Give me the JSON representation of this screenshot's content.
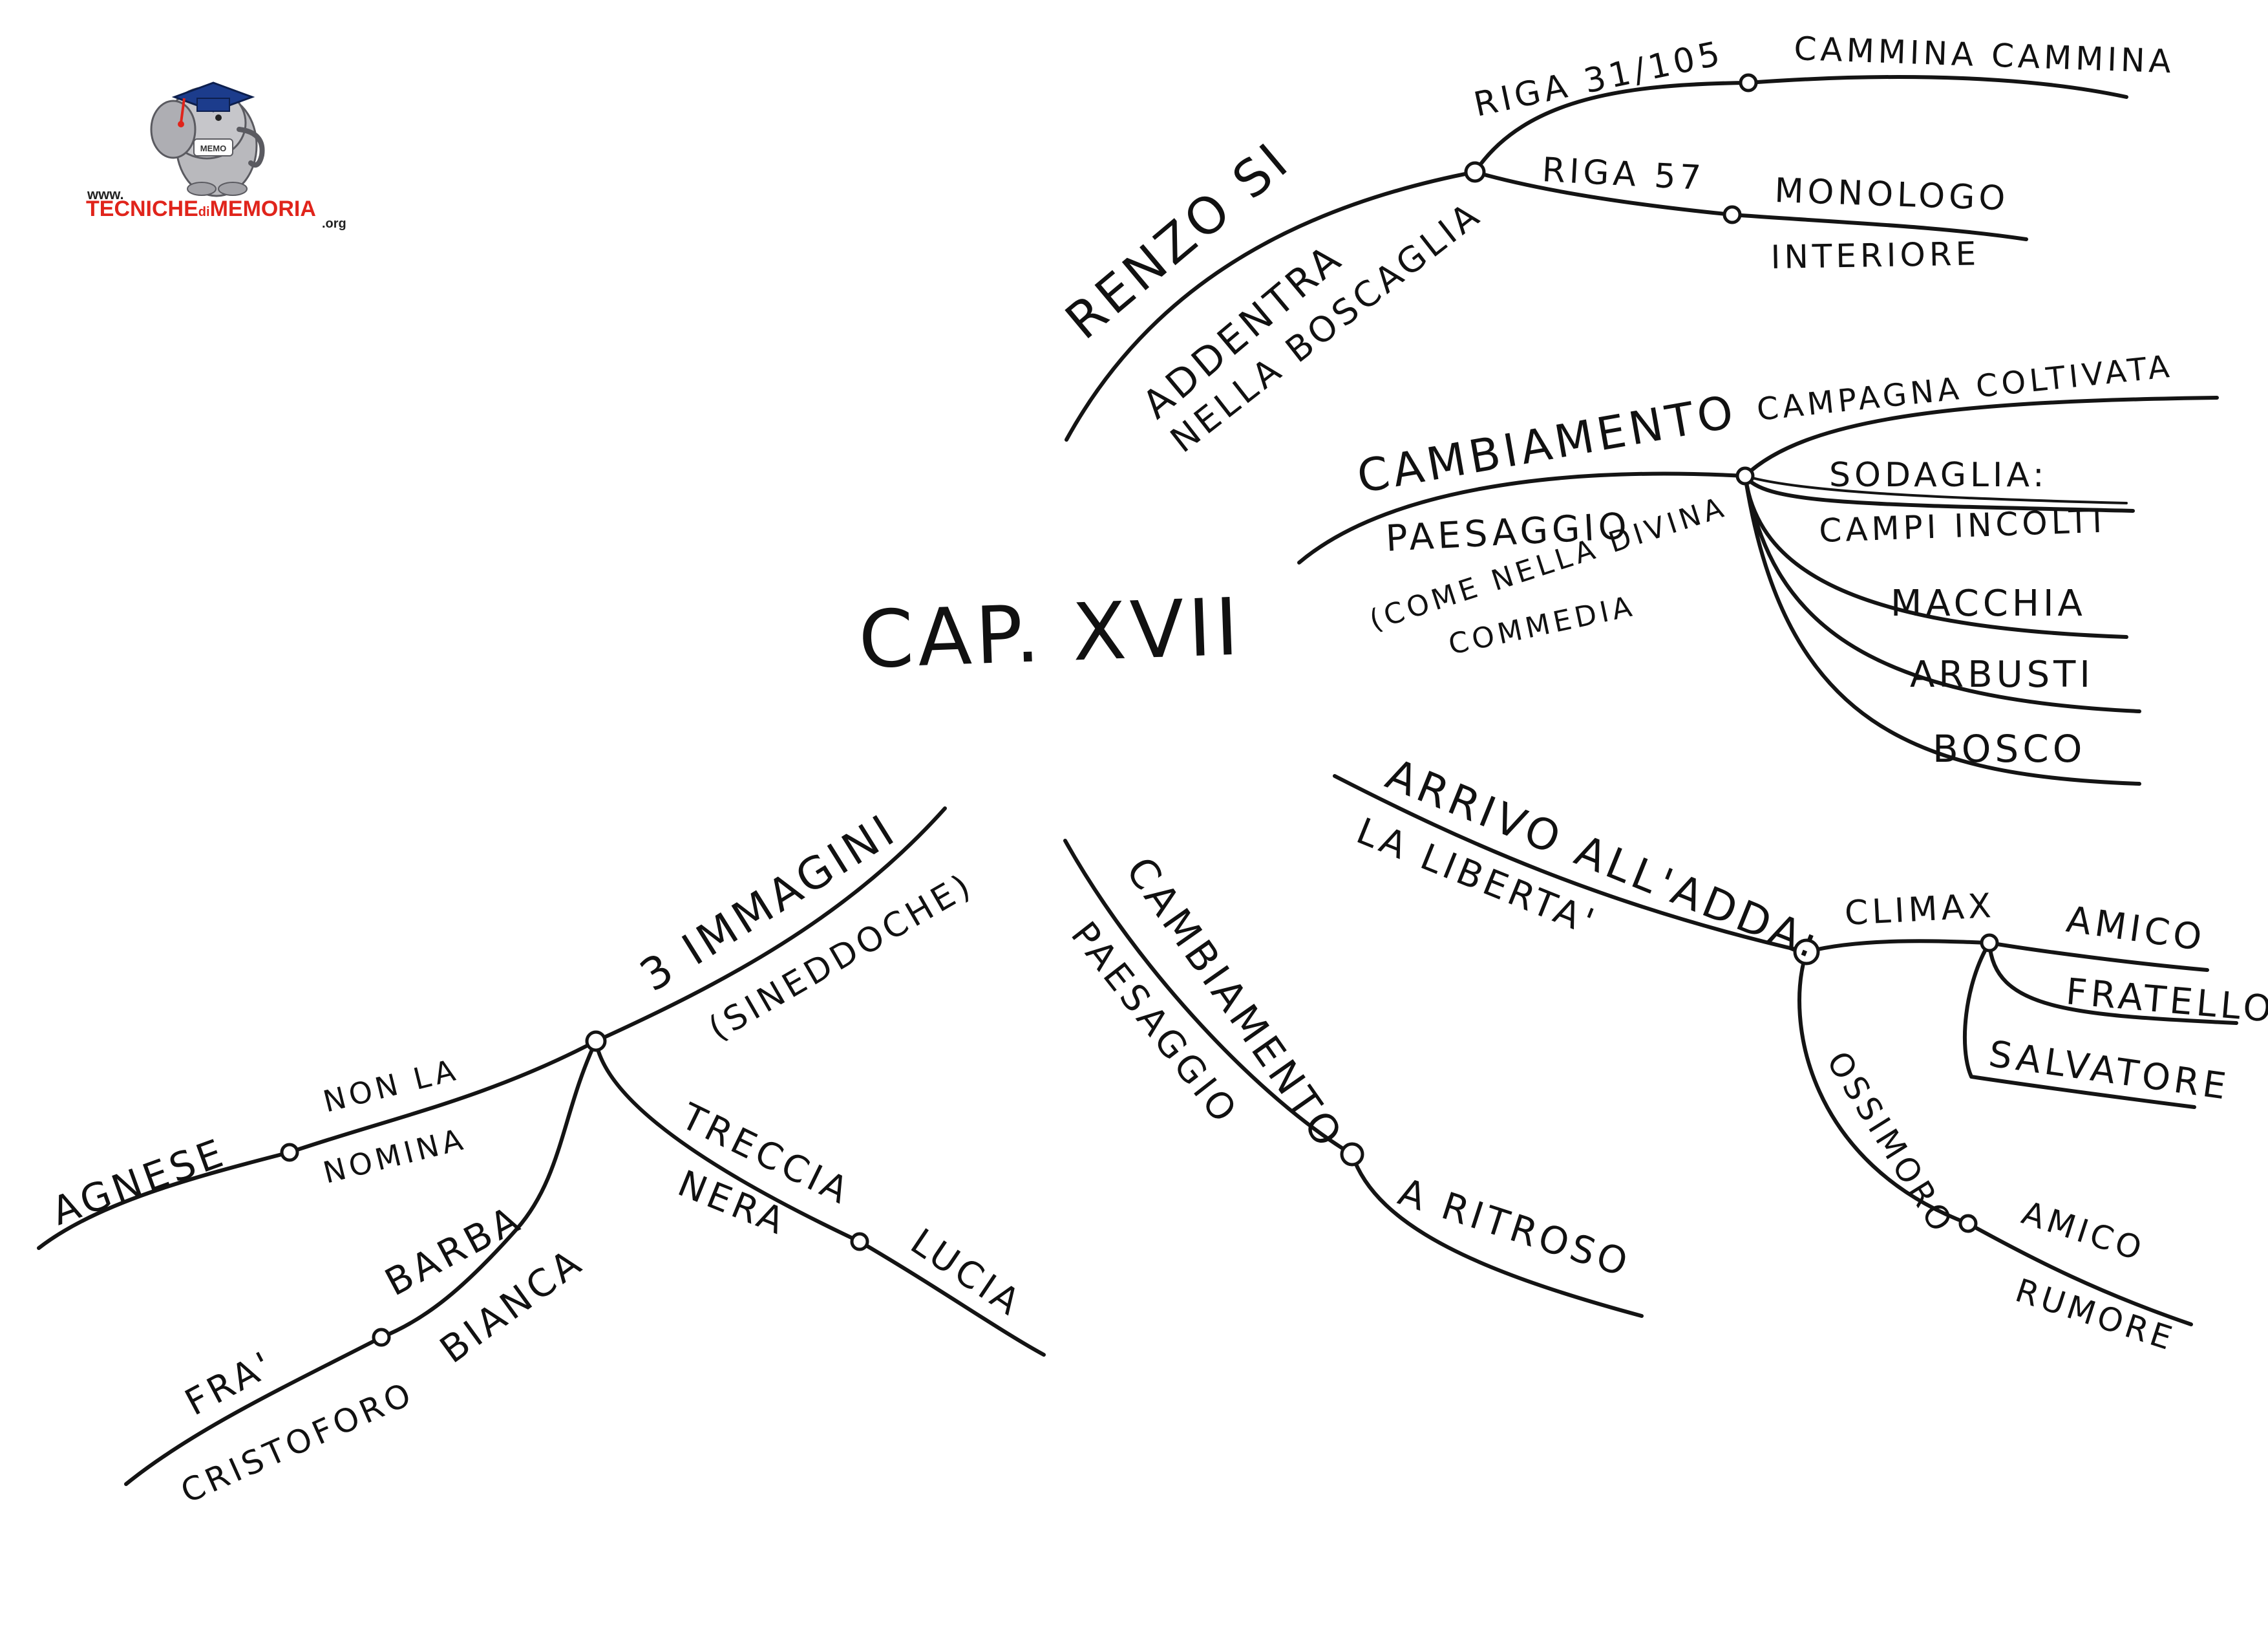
{
  "logo": {
    "prefix": "www.",
    "brand_part1": "TECNICHE",
    "brand_part2": "di",
    "brand_part3": "MEMORIA",
    "suffix": ".org",
    "mascot_text": "MEMO",
    "colors": {
      "brand_red": "#e0241b",
      "cap_blue": "#1c3c8c",
      "elephant_gray": "#b9b9bd"
    }
  },
  "central": {
    "title": "CAP. XVII"
  },
  "renzo": {
    "main": "RENZO SI",
    "sub_1": "ADDENTRA",
    "sub_2": "NELLA BOSCAGLIA",
    "riga_1": "RIGA 31/105",
    "riga_1_note": "CAMMINA CAMMINA",
    "riga_2": "RIGA 57",
    "riga_2_note_1": "MONOLOGO",
    "riga_2_note_2": "INTERIORE"
  },
  "cambiamento_top": {
    "main": "CAMBIAMENTO",
    "sub": "PAESAGGIO",
    "note_1": "(COME NELLA DIVINA",
    "note_2": "COMMEDIA",
    "items": [
      "CAMPAGNA COLTIVATA",
      "SODAGLIA:",
      "CAMPI INCOLTI",
      "MACCHIA",
      "ARBUSTI",
      "BOSCO"
    ]
  },
  "arrivo": {
    "main": "ARRIVO ALL'ADDA:",
    "sub": "LA LIBERTA'",
    "climax": "CLIMAX",
    "climax_items": [
      "AMICO",
      "FRATELLO",
      "SALVATORE"
    ],
    "ossimoro": "OSSIMORO",
    "ossimoro_item_1": "AMICO",
    "ossimoro_item_2": "RUMORE"
  },
  "cambiamento_bottom": {
    "main": "CAMBIAMENTO",
    "sub": "PAESAGGIO",
    "note": "A RITROSO"
  },
  "immagini": {
    "main": "3 IMMAGINI",
    "sub": "(SINEDDOCHE)",
    "agnese": "AGNESE",
    "agnese_note_1": "NON LA",
    "agnese_note_2": "NOMINA",
    "barba": "BARBA",
    "bianca": "BIANCA",
    "fra": "FRA'",
    "cristoforo": "CRISTOFORO",
    "treccia": "TRECCIA",
    "nera": "NERA",
    "lucia": "LUCIA"
  }
}
